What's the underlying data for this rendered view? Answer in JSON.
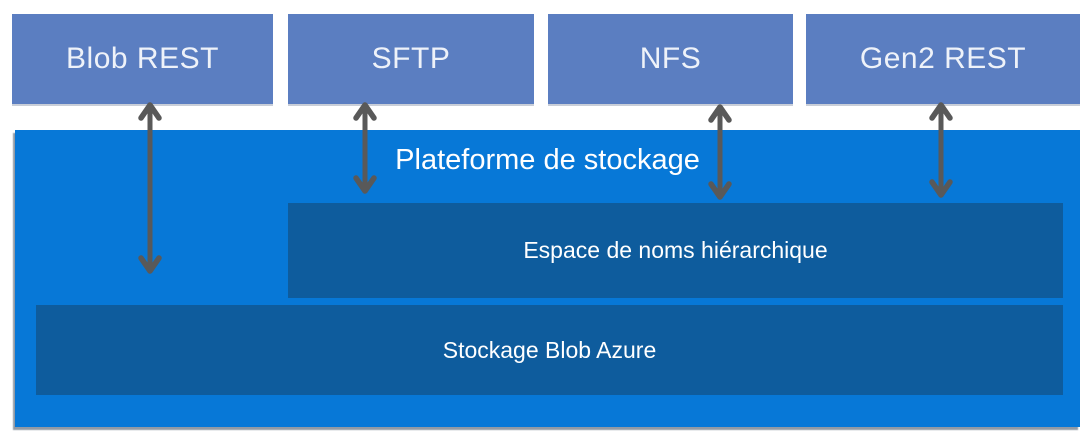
{
  "title": "Plateforme de stockage",
  "protocols": [
    {
      "label": "Blob REST"
    },
    {
      "label": "SFTP"
    },
    {
      "label": "NFS"
    },
    {
      "label": "Gen2 REST"
    }
  ],
  "layers": [
    {
      "label": "Espace de noms hiérarchique"
    },
    {
      "label": "Stockage Blob Azure"
    }
  ],
  "icons": [
    {
      "name": "double-arrow-blob-rest",
      "meaning": "bidirectional data flow between Blob REST and storage platform"
    },
    {
      "name": "double-arrow-sftp",
      "meaning": "bidirectional data flow between SFTP and storage platform"
    },
    {
      "name": "double-arrow-nfs",
      "meaning": "bidirectional data flow between NFS and storage platform"
    },
    {
      "name": "double-arrow-gen2-rest",
      "meaning": "bidirectional data flow between Gen2 REST and storage platform"
    }
  ],
  "colors": {
    "protocol-box": "#5b7ec1",
    "protocol-text": "#eef2f9",
    "platform": "#0778d7",
    "inner-box": "#0e5c9d",
    "arrow": "#595959",
    "text": "#ffffff",
    "background": "#ffffff"
  }
}
